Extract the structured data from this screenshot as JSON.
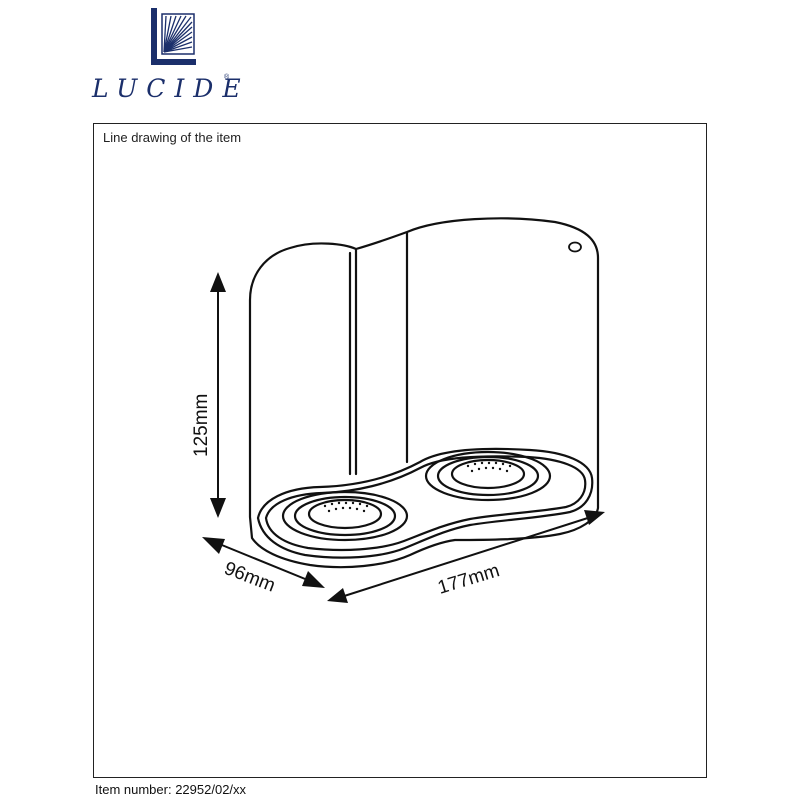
{
  "logo": {
    "brand": "LUCIDE",
    "registered_mark": "®"
  },
  "drawing": {
    "label": "Line drawing of the item",
    "height_label": "125mm",
    "depth_label": "96mm",
    "width_label": "177mm"
  },
  "footer": {
    "item_number": "Item number: 22952/02/xx"
  },
  "colors": {
    "brand_blue": "#1b2f6b",
    "line": "#111111"
  }
}
